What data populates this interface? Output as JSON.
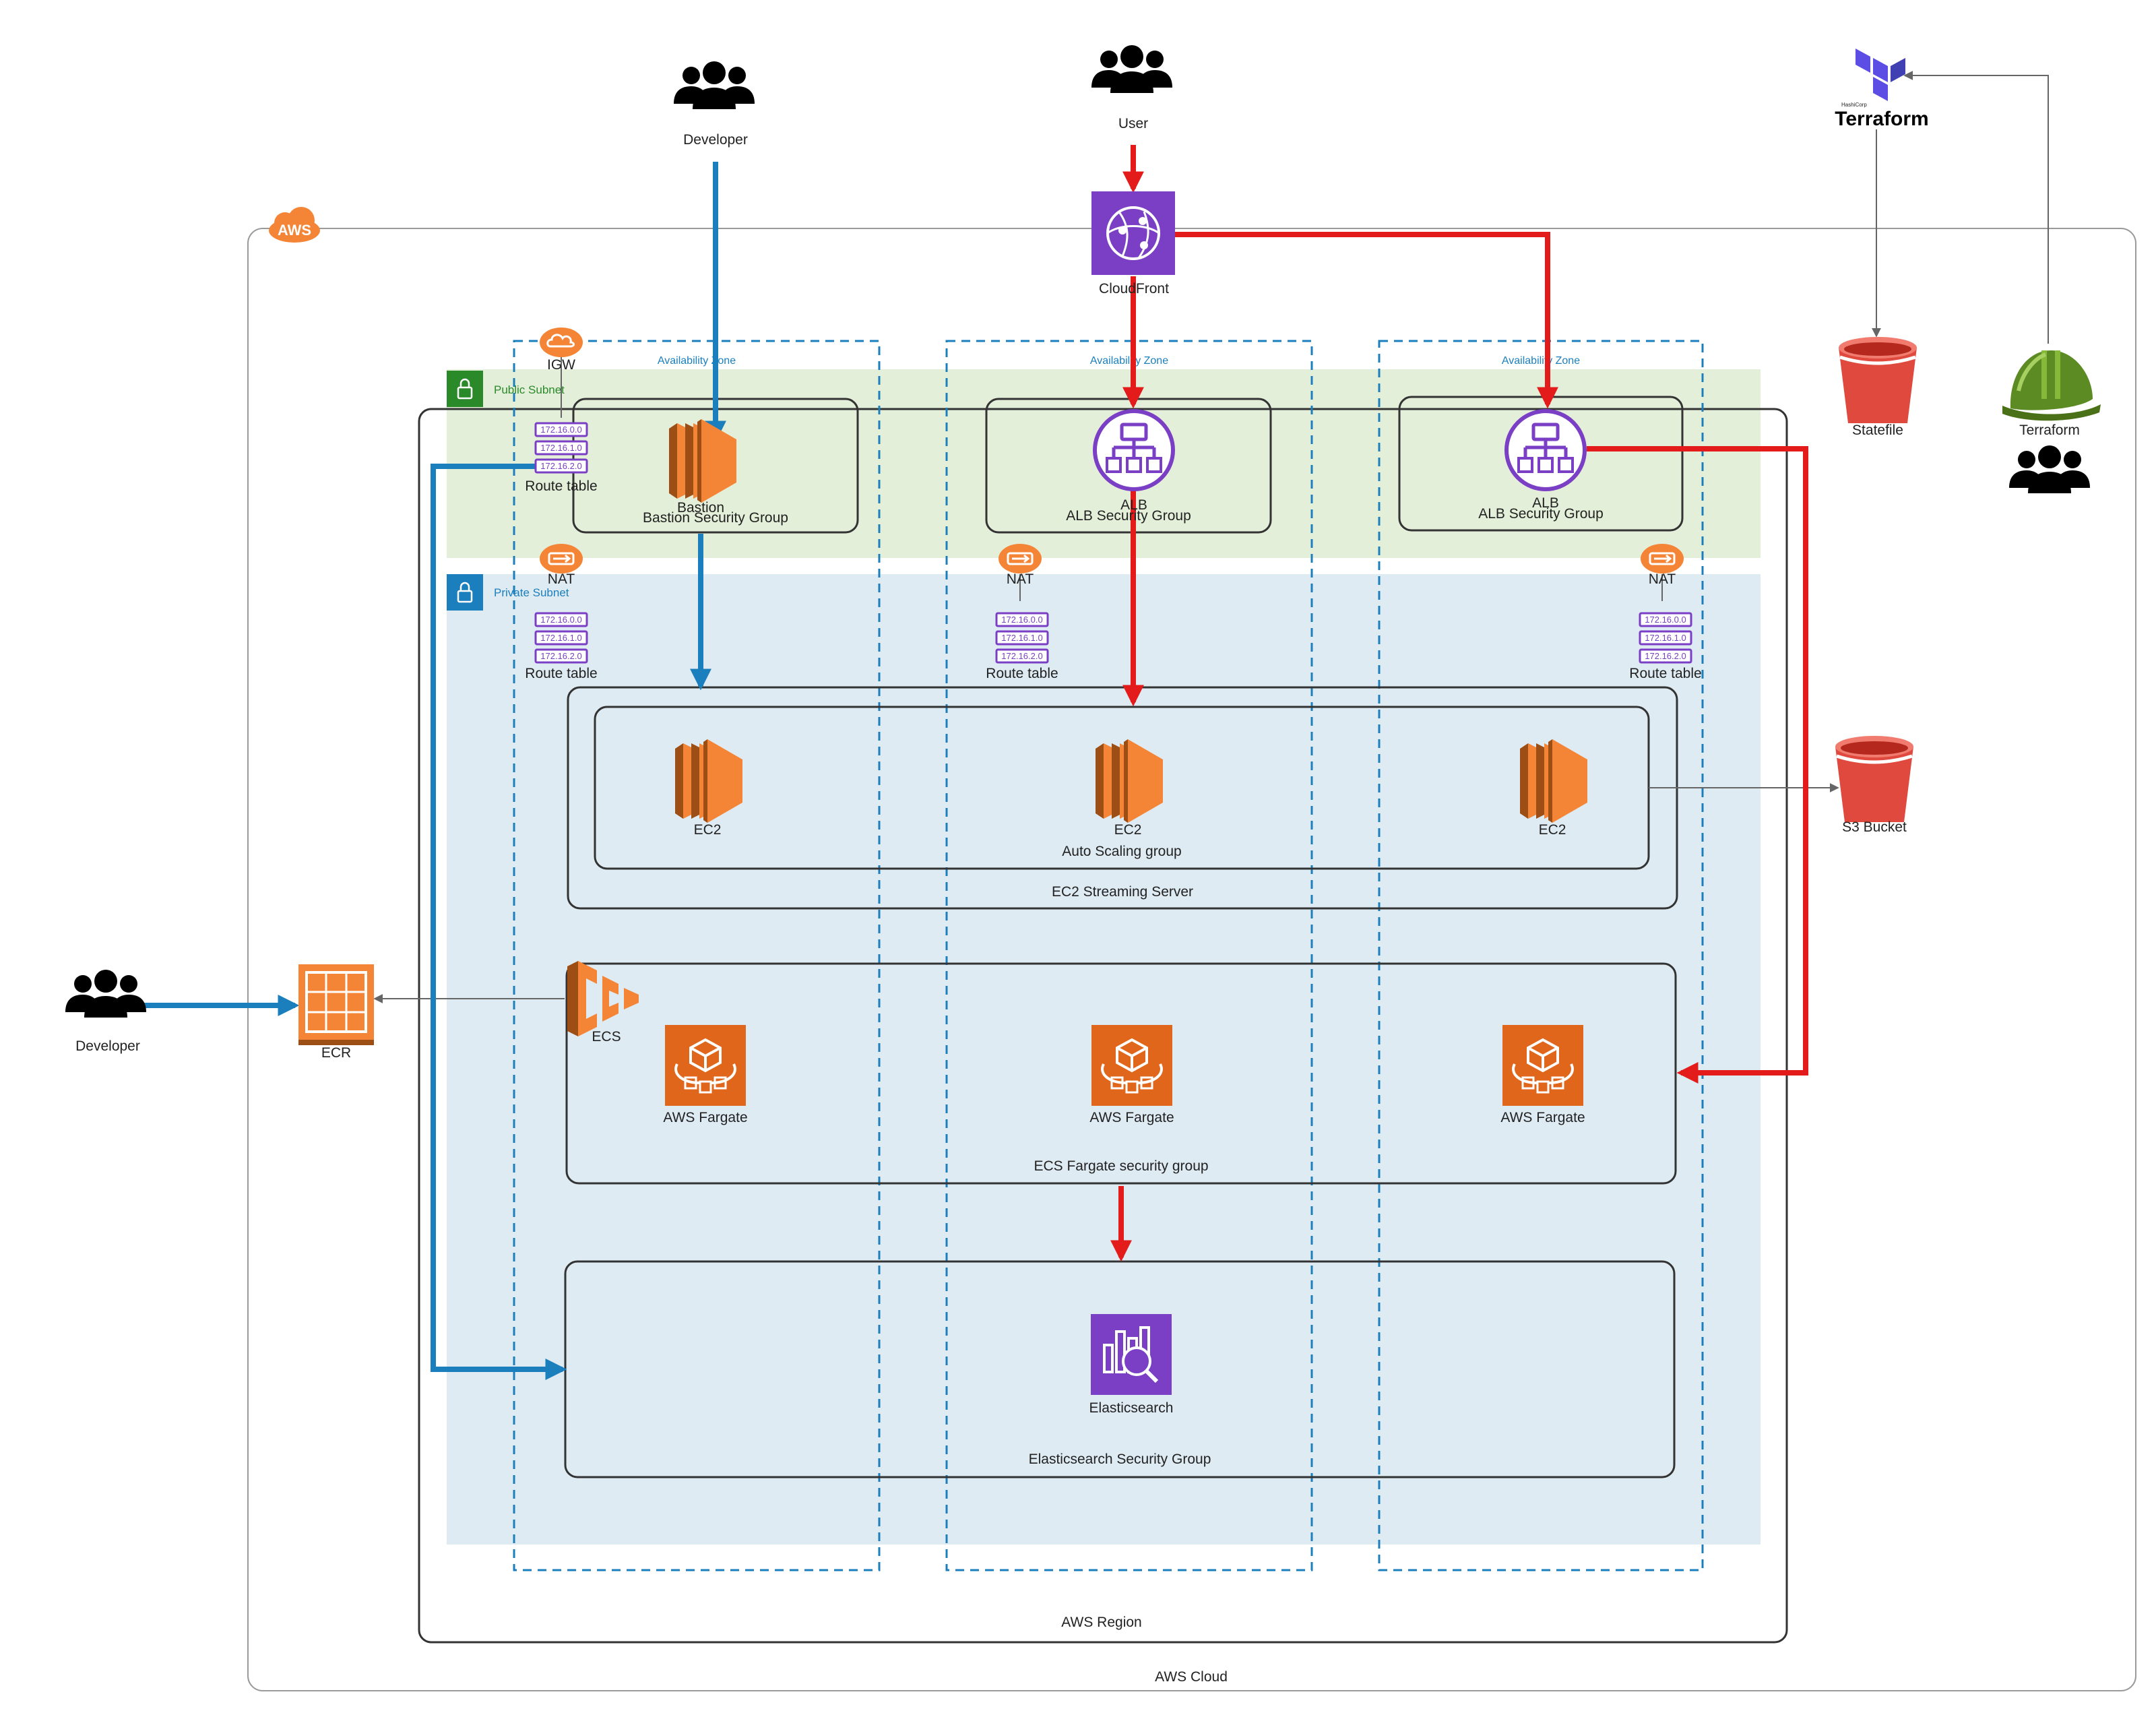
{
  "labels": {
    "developer_top": "Developer",
    "user": "User",
    "developer_left": "Developer",
    "cloudfront": "CloudFront",
    "terraform_brand_small": "HashiCorp",
    "terraform_brand": "Terraform",
    "statefile": "Statefile",
    "terraform_user": "Terraform",
    "aws_logo": "AWS",
    "aws_cloud": "AWS Cloud",
    "aws_region": "AWS Region",
    "public_subnet": "Public Subnet",
    "private_subnet": "Private Subnet",
    "az1": "Availability Zone",
    "az2": "Availability Zone",
    "az3": "Availability Zone",
    "igw": "IGW",
    "route_table_public": "Route table",
    "route_table_1": "Route table",
    "route_table_2": "Route table",
    "route_table_3": "Route table",
    "nat1": "NAT",
    "nat2": "NAT",
    "nat3": "NAT",
    "bastion": "Bastion",
    "bastion_sg": "Bastion Security Group",
    "alb1": "ALB",
    "alb1_sg": "ALB Security Group",
    "alb2": "ALB",
    "alb2_sg": "ALB Security Group",
    "ec2_1": "EC2",
    "ec2_2": "EC2",
    "ec2_3": "EC2",
    "asg": "Auto Scaling group",
    "ec2_streaming": "EC2 Streaming Server",
    "s3": "S3 Bucket",
    "ecr": "ECR",
    "ecs": "ECS",
    "fargate1": "AWS Fargate",
    "fargate2": "AWS Fargate",
    "fargate3": "AWS Fargate",
    "ecs_sg": "ECS Fargate security group",
    "elasticsearch": "Elasticsearch",
    "es_sg": "Elasticsearch Security Group"
  },
  "route_entries": [
    "172.16.0.0",
    "172.16.1.0",
    "172.16.2.0"
  ],
  "colors": {
    "red_flow": "#e31b1b",
    "blue_flow": "#1b7fbd",
    "aws_orange": "#f58536",
    "purple": "#7a3fc4",
    "public_subnet_fill": "#e3efd9",
    "private_subnet_fill": "#deebf3",
    "az_border": "#1b7fbd",
    "group_border": "#333333",
    "subnet_green": "#2a8a2a",
    "subnet_blue": "#1b7fbd",
    "bucket_red": "#e0493d"
  },
  "icons": [
    "people-icon",
    "cloudfront-icon",
    "terraform-icon",
    "bucket-icon",
    "hardhat-icon",
    "aws-cloud-icon",
    "lock-icon",
    "igw-icon",
    "nat-icon",
    "route-table-icon",
    "ec2-icon",
    "alb-icon",
    "ecr-icon",
    "ecs-icon",
    "fargate-icon",
    "elasticsearch-icon"
  ]
}
